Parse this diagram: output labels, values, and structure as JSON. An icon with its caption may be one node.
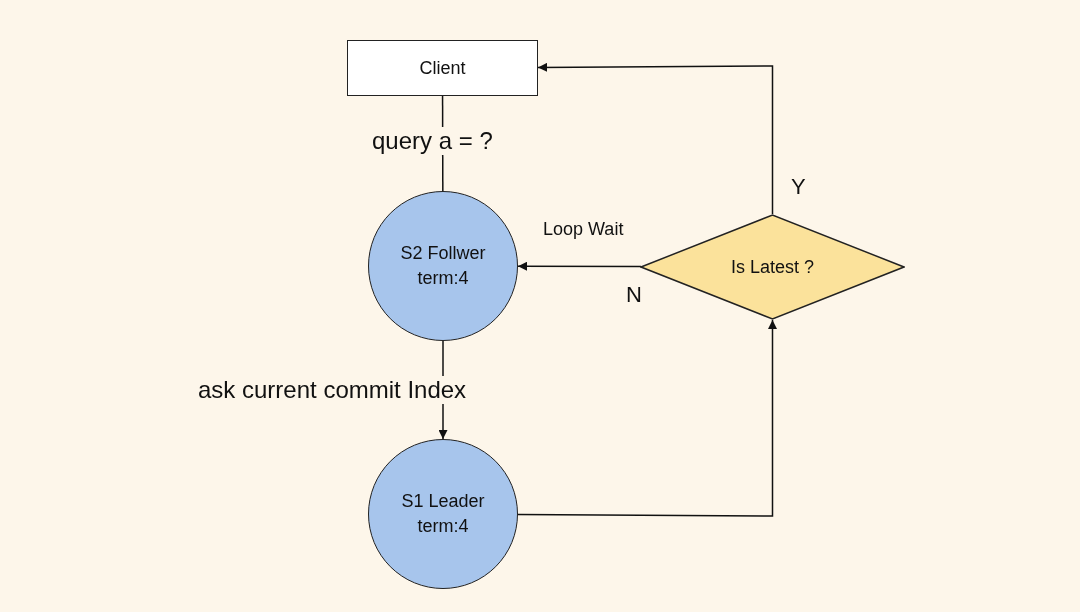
{
  "diagram": {
    "nodes": [
      {
        "text": [
          "Client"
        ]
      },
      {
        "text": [
          "S2 Follwer term:4"
        ]
      },
      {
        "text": [
          "S1 Leader term:4"
        ]
      },
      {
        "text": [
          "Is Latest ?"
        ]
      }
    ],
    "edges": [
      {
        "from": 0,
        "to": 1,
        "arrow": "none",
        "label": "query a = ?"
      },
      {
        "from": 1,
        "to": 2,
        "arrow": "to",
        "label": "ask current commit Index"
      },
      {
        "from": 2,
        "to": 3,
        "arrow": "to"
      },
      {
        "from": 3,
        "to": 1,
        "arrow": "to",
        "label": "Loop Wait"
      },
      {
        "from": 3,
        "to": 0,
        "arrow": "to"
      }
    ],
    "labels": [
      "Y",
      "N"
    ]
  }
}
